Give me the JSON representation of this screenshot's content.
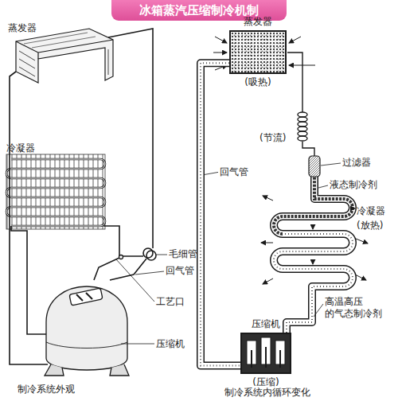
{
  "diagram": {
    "title": "冰箱蒸汽压缩制冷机制",
    "nodes": [
      {
        "text": [
          "蒸发器",
          "(吸热)"
        ]
      },
      {
        "text": [
          "压缩机",
          "(压缩)"
        ]
      }
    ],
    "edges": [
      {
        "from": 0,
        "to": 1,
        "arrow": "none",
        "label": "回气管"
      }
    ],
    "labels": [
      "蒸发器",
      "冷凝器",
      "毛细管",
      "回气管",
      "工艺口",
      "压缩机",
      "制冷系统外观",
      "(节流)",
      "过滤器",
      "液态制冷剂",
      "冷凝器",
      "(放热)",
      "高温高压 的气态制冷剂",
      "制冷系统内循环变化"
    ]
  }
}
